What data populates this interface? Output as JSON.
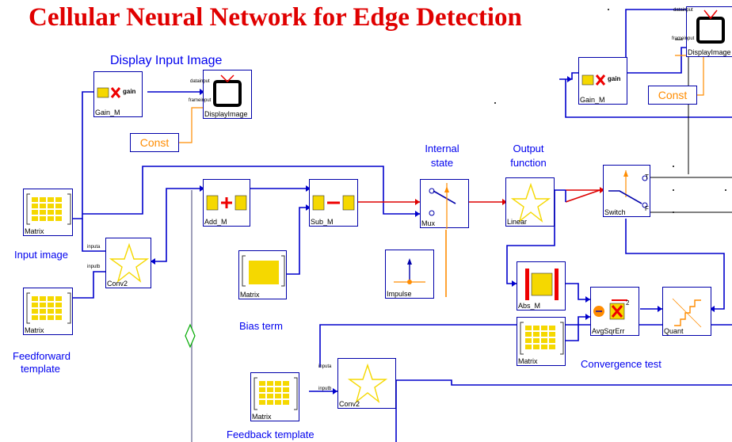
{
  "title": "Cellular Neural Network for Edge Detection",
  "labels": {
    "display_input_image": "Display Input Image",
    "input_image": "Input image",
    "feedforward_template_line1": "Feedforward",
    "feedforward_template_line2": "template",
    "bias_term": "Bias term",
    "internal_state_line1": "Internal",
    "internal_state_line2": "state",
    "output_function_line1": "Output",
    "output_function_line2": "function",
    "convergence_test": "Convergence test",
    "feedback_template": "Feedback template"
  },
  "blocks": {
    "matrix": "Matrix",
    "gain": "Gain_M",
    "gain_icon": "gain",
    "display": "DisplayImage",
    "const": "Const",
    "conv2": "Conv2",
    "add": "Add_M",
    "sub": "Sub_M",
    "mux": "Mux",
    "linear": "Linear",
    "impulse": "Impulse",
    "switch": "Switch",
    "switch_t": "T",
    "switch_f": "F",
    "abs": "Abs_M",
    "avg": "AvgSqrErr",
    "quant": "Quant",
    "port_inputa": "inputa",
    "port_inputb": "inputb",
    "port_datainput": "datainput",
    "port_frameinput": "frameinput"
  },
  "icons": [
    "matrix-icon",
    "gain-icon",
    "display-icon",
    "conv2-star-icon",
    "add-icon",
    "subtract-icon",
    "mux-switch-icon",
    "linear-star-icon",
    "impulse-icon",
    "switch-icon",
    "abs-icon",
    "avg-sqr-err-icon",
    "quantizer-icon"
  ],
  "colors": {
    "title": "#e00000",
    "label": "#0000ee",
    "wire_blue": "#0000cc",
    "wire_red": "#dd0000",
    "wire_gray": "#8888aa",
    "wire_orange": "#ff8c00",
    "matrix_yellow": "#f5d800",
    "gain_red": "#ee0000",
    "const": "#ff8c00",
    "diamond": "#00aa00"
  }
}
